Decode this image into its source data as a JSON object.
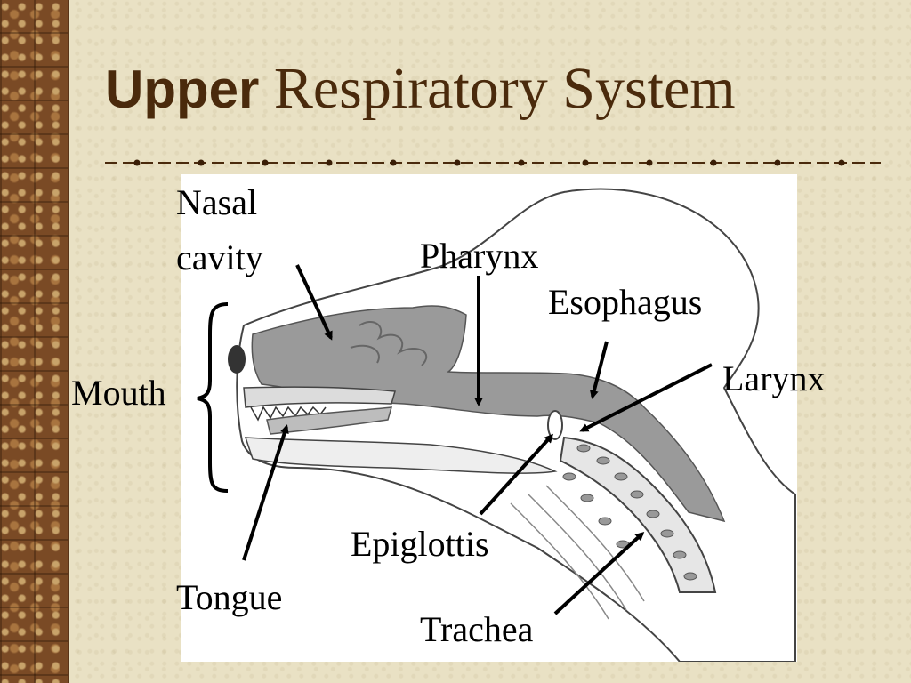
{
  "slide": {
    "title_bold": "Upper",
    "title_rest": " Respiratory System"
  },
  "labels": {
    "nasal_line1": "Nasal",
    "nasal_line2": "cavity",
    "pharynx": "Pharynx",
    "esophagus": "Esophagus",
    "larynx": "Larynx",
    "mouth": "Mouth",
    "epiglottis": "Epiglottis",
    "tongue": "Tongue",
    "trachea": "Trachea"
  },
  "colors": {
    "background": "#e9e1c4",
    "sidebar": "#7a4a25",
    "title": "#4a2a0c",
    "airway_fill": "#9a9a9a"
  }
}
